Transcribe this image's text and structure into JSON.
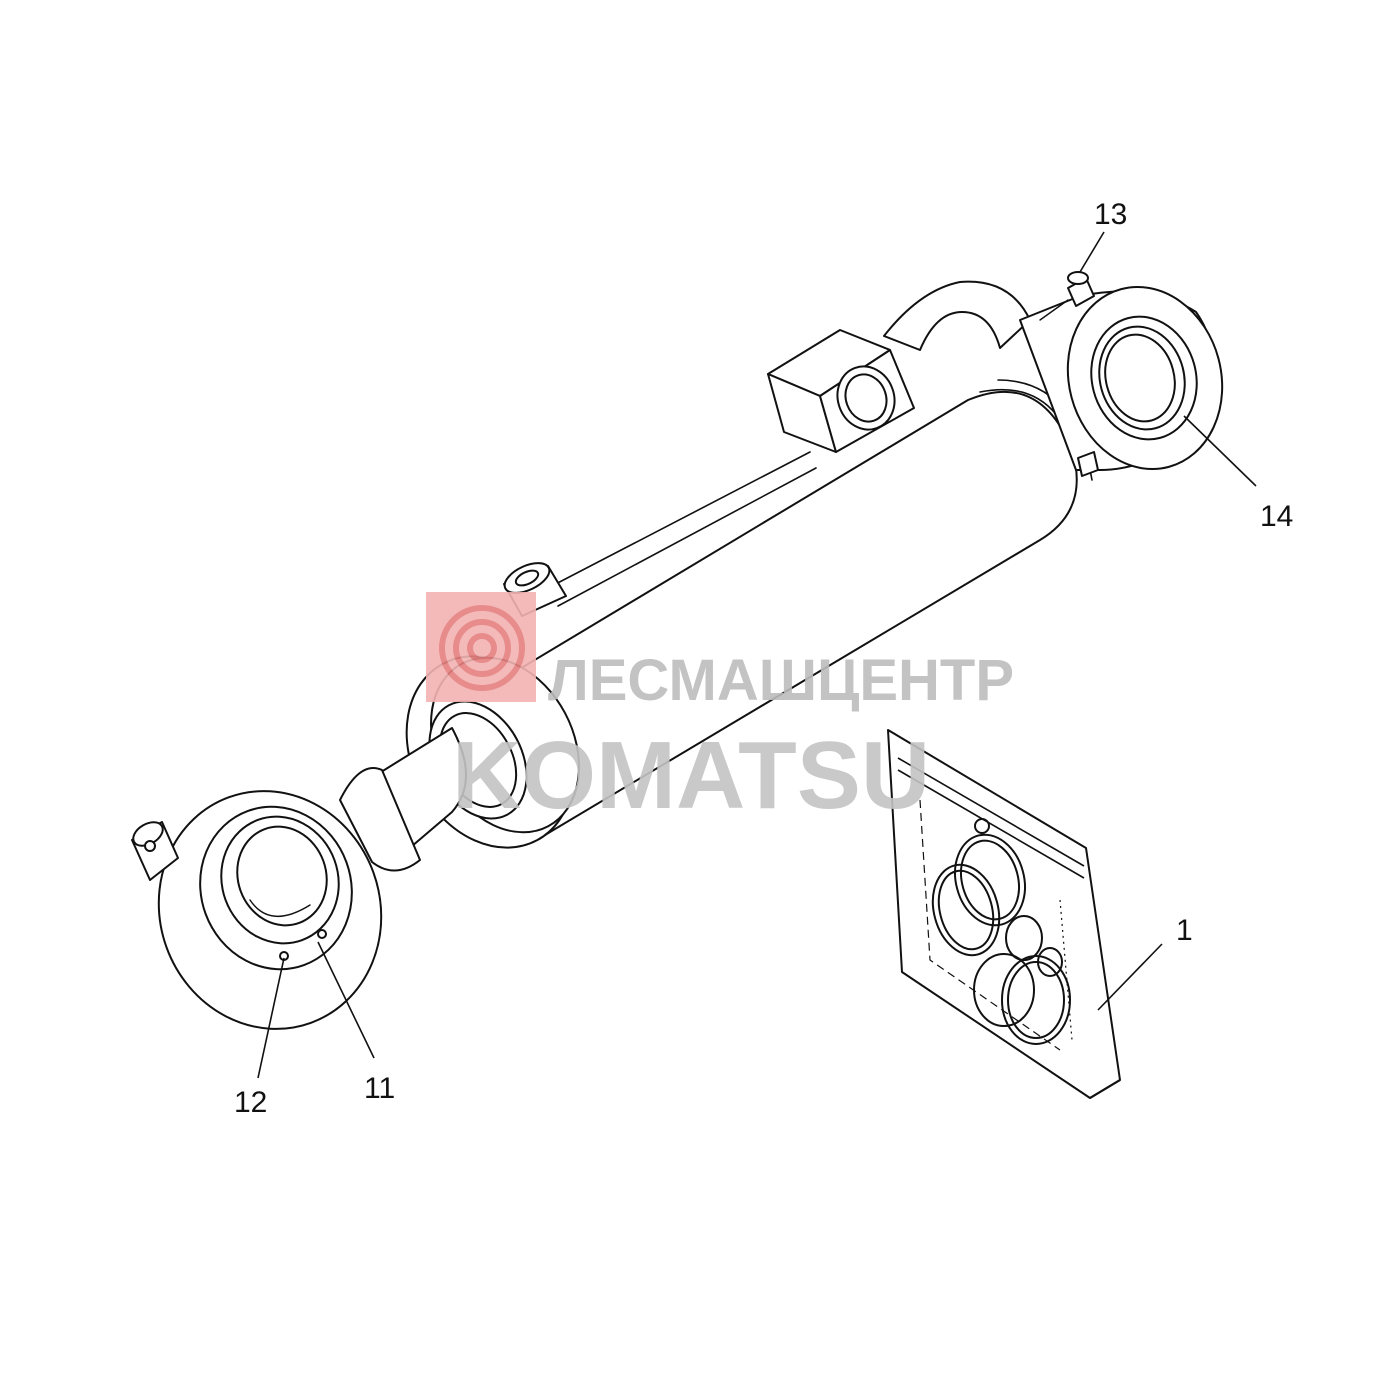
{
  "callouts": {
    "c1": "1",
    "c11": "11",
    "c12": "12",
    "c13": "13",
    "c14": "14"
  },
  "watermark": {
    "line1": "ЛЕСМАШЦЕНТР",
    "line2": "KOMATSU",
    "logo_color": "#e05a5a",
    "text_color": "#bdbdbd"
  }
}
